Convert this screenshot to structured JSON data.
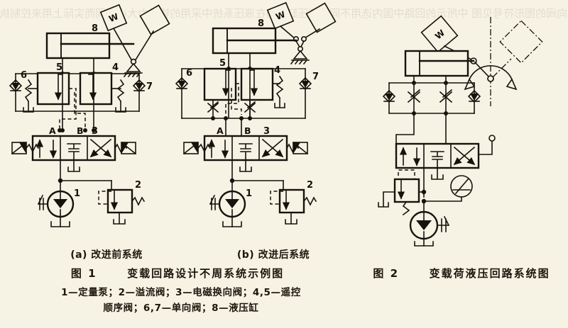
{
  "page": {
    "background_color": "#f6f2e4",
    "ink_color": "#17120c",
    "bleed_through_text": "换向阀的图形符号见图 中所示的回路中国内选用不同的液压缸因为在液压系统中采用的输出力大小不同而实际上用来控制执行元件运动方向的是换向阀其中三位四通电磁换向阀应用最为广泛在设计变载荷回路时必须考虑负载变化对系统压力的影响"
  },
  "figure1": {
    "caption_label": "图 1",
    "caption_title": "变载回路设计不周系统示例图",
    "subfigures": [
      {
        "id": "a",
        "caption": "(a) 改进前系统"
      },
      {
        "id": "b",
        "caption": "(b) 改进后系统"
      }
    ],
    "legend_line1": "1—定量泵；2—溢流阀；3—电磁换向阀；4,5—遥控",
    "legend_line2": "顺序阀；6,7—单向阀；8—液压缸",
    "components": [
      {
        "ref": "1",
        "name": "定量泵",
        "english": "fixed displacement pump"
      },
      {
        "ref": "2",
        "name": "溢流阀",
        "english": "relief valve"
      },
      {
        "ref": "3",
        "name": "电磁换向阀",
        "english": "solenoid directional valve"
      },
      {
        "ref": "4",
        "name": "遥控顺序阀",
        "english": "remote control sequence valve"
      },
      {
        "ref": "5",
        "name": "遥控顺序阀",
        "english": "remote control sequence valve"
      },
      {
        "ref": "6",
        "name": "单向阀",
        "english": "check valve"
      },
      {
        "ref": "7",
        "name": "单向阀",
        "english": "check valve"
      },
      {
        "ref": "8",
        "name": "液压缸",
        "english": "hydraulic cylinder"
      }
    ],
    "port_labels": [
      "A",
      "B"
    ],
    "load_label": "W"
  },
  "figure2": {
    "caption_label": "图 2",
    "caption_title": "变载荷液压回路系统图",
    "load_label": "W",
    "elements": [
      "hydraulic-cylinder",
      "pivot-lever-linkage",
      "phantom-load-position",
      "check-valve-left",
      "throttle-left",
      "check-valve-right",
      "throttle-right",
      "manual-directional-valve",
      "relief-valve",
      "pressure-gauge",
      "variable-pump"
    ]
  }
}
